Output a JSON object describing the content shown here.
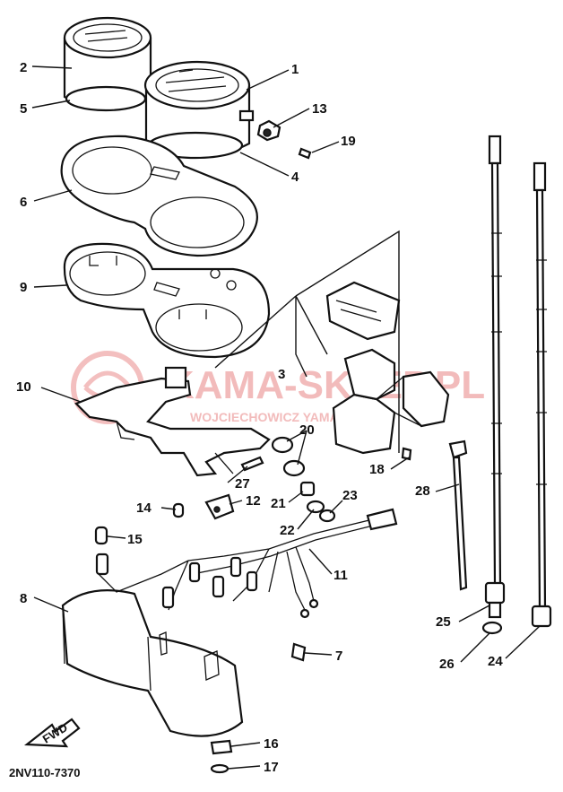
{
  "diagram": {
    "part_code": "2NV110-7370",
    "fwd_label": "FWD",
    "watermark": {
      "main": "KAMA-SKLEP.PL",
      "sub": "WOJCIECHOWICZ  YAMAHA"
    },
    "callouts": [
      "1",
      "2",
      "3",
      "4",
      "5",
      "6",
      "7",
      "8",
      "9",
      "10",
      "11",
      "12",
      "13",
      "14",
      "15",
      "16",
      "17",
      "18",
      "19",
      "20",
      "21",
      "22",
      "23",
      "24",
      "25",
      "26",
      "27",
      "28"
    ]
  }
}
